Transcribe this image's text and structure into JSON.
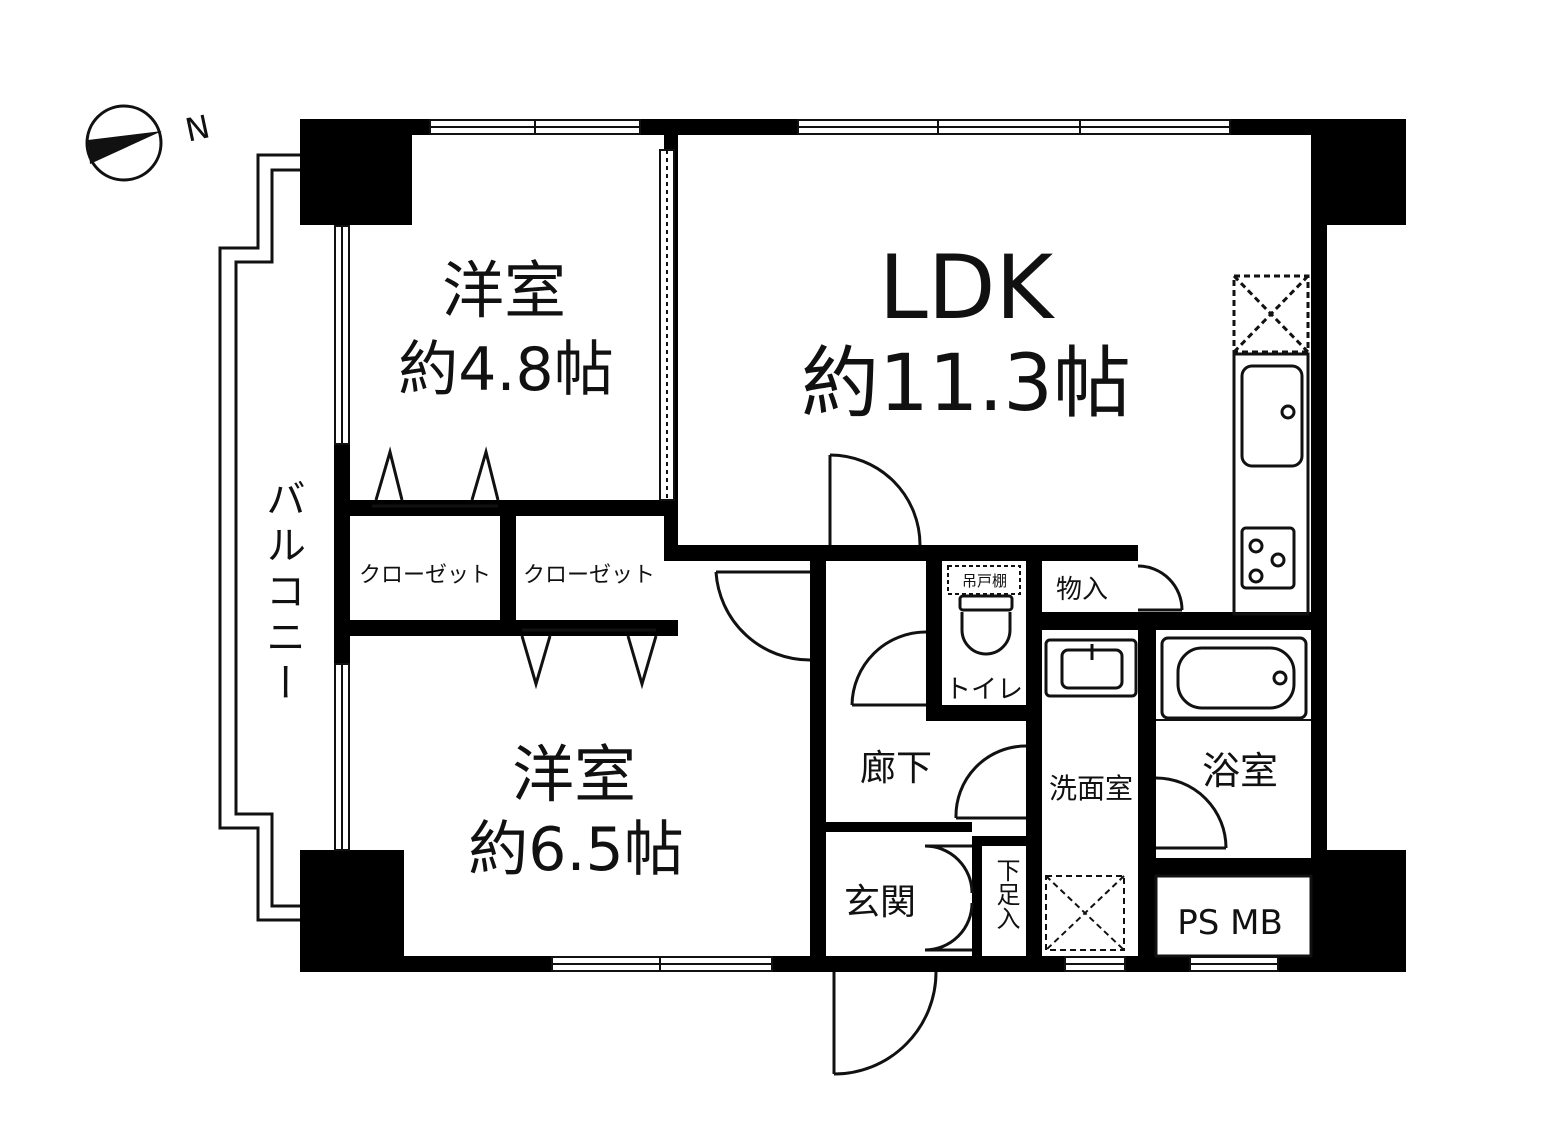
{
  "colors": {
    "wall": "#000000",
    "line": "#111111",
    "background": "#ffffff"
  },
  "compass": {
    "label": "N"
  },
  "rooms": {
    "western_small": {
      "name": "洋室",
      "size": "約4.8帖"
    },
    "ldk": {
      "name": "LDK",
      "size": "約11.3帖"
    },
    "western_large": {
      "name": "洋室",
      "size": "約6.5帖"
    }
  },
  "labels": {
    "balcony": "バルコニー",
    "closet_left": "クローゼット",
    "closet_right": "クローゼット",
    "storage": "物入",
    "hanging_cabinet": "吊戸棚",
    "toilet": "トイレ",
    "corridor": "廊下",
    "washroom": "洗面室",
    "bath": "浴室",
    "entrance": "玄関",
    "shoe_storage": "下足入",
    "ps_mb": "PS MB"
  },
  "icons": [
    "compass-icon",
    "sink-icon",
    "stove-icon",
    "toilet-icon",
    "bathtub-icon",
    "washbasin-icon"
  ]
}
